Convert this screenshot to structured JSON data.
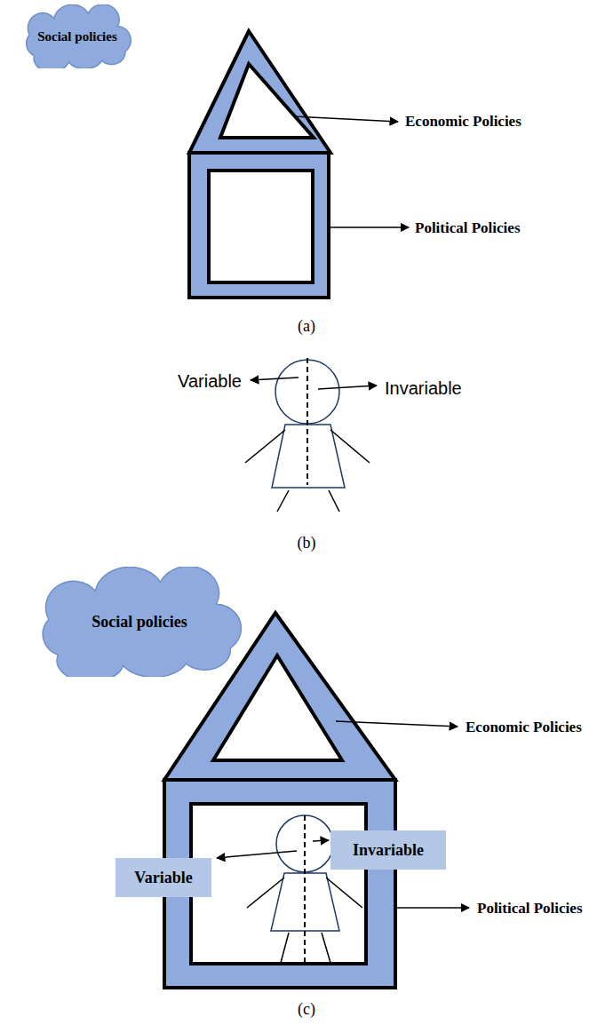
{
  "diagram": {
    "nodes": [
      {
        "text": [
          "Social policies"
        ]
      },
      {
        "text": [
          "Social policies"
        ]
      },
      {
        "text": [
          "Variable"
        ]
      },
      {
        "text": [
          "Invariable"
        ]
      }
    ],
    "labels": [
      "Economic Policies",
      "Political Policies",
      "(a)",
      "Variable",
      "Invariable",
      "(b)",
      "Economic Policies",
      "Political Policies",
      "(c)"
    ]
  }
}
